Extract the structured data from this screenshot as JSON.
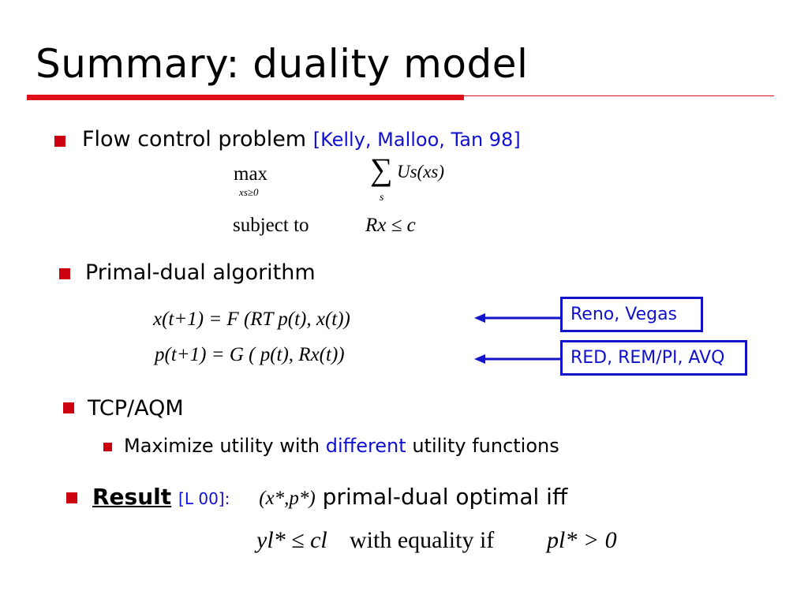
{
  "title": "Summary: duality model",
  "bullets": {
    "flow_control": {
      "text": "Flow control problem",
      "ref": "[Kelly, Malloo, Tan 98]"
    },
    "primal_dual": {
      "text": "Primal-dual algorithm"
    },
    "tcp_aqm": {
      "text": "TCP/AQM"
    },
    "maximize": {
      "pre": "Maximize utility with",
      "highlight": "different",
      "post": "utility functions"
    },
    "result": {
      "label": "Result",
      "ref": "[L 00]:",
      "math": "(x*,p*)",
      "text": "primal-dual optimal iff"
    }
  },
  "formulas": {
    "max_word": "max",
    "max_sub": "xs≥0",
    "sum_symbol": "∑",
    "sum_sub": "s",
    "objective": "Us(xs)",
    "subject_to": "subject to",
    "constraint": "Rx ≤ c",
    "eq1": "x(t+1)  =  F (RT p(t),  x(t))",
    "eq2": "p(t+1)  =  G ( p(t),  Rx(t))",
    "cond_left": "yl* ≤ cl",
    "cond_mid": "with equality if",
    "cond_right": "pl* > 0"
  },
  "boxes": {
    "reno": "Reno, Vegas",
    "red": "RED, REM/PI, AVQ"
  },
  "colors": {
    "accent_red": "#e0101a",
    "link_blue": "#1010d0"
  }
}
